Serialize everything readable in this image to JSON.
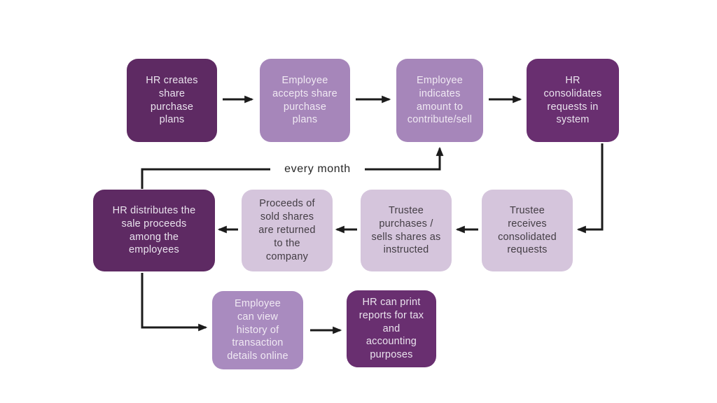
{
  "palette": {
    "dark_plum": "#5e2a63",
    "violet_plum": "#692f70",
    "medium_purple": "#a686ba",
    "medium_purple_light": "#a98bbf",
    "pale_purple": "#d5c5dc",
    "arrow_black": "#1b1b1b",
    "text_on_dark": "#eae3ee",
    "text_on_light": "#433d44",
    "background": "#ffffff"
  },
  "every_month_label": "every month",
  "nodes": [
    {
      "id": "hr-creates-plans",
      "tone": "dark",
      "label": "HR creates\nshare\npurchase\nplans"
    },
    {
      "id": "employee-accepts",
      "tone": "medium",
      "label": "Employee\naccepts share\npurchase\nplans"
    },
    {
      "id": "employee-indicates",
      "tone": "medium",
      "label": "Employee\nindicates\namount to\ncontribute/sell"
    },
    {
      "id": "hr-consolidates",
      "tone": "dark2",
      "label": "HR\nconsolidates\nrequests in\nsystem"
    },
    {
      "id": "trustee-receives",
      "tone": "light",
      "label": "Trustee\nreceives\nconsolidated\nrequests"
    },
    {
      "id": "trustee-purchases",
      "tone": "light",
      "label": "Trustee\npurchases /\nsells shares as\ninstructed"
    },
    {
      "id": "proceeds-returned",
      "tone": "light",
      "label": "Proceeds of\nsold shares\nare returned\nto the\ncompany"
    },
    {
      "id": "hr-distributes",
      "tone": "dark",
      "label": "HR distributes the\nsale proceeds\namong the\nemployees"
    },
    {
      "id": "employee-view-history",
      "tone": "medium2",
      "label": "Employee\ncan view\nhistory of\ntransaction\ndetails online"
    },
    {
      "id": "hr-print-reports",
      "tone": "dark2",
      "label": "HR can print\nreports for tax\nand\naccounting\npurposes"
    }
  ],
  "edges": [
    {
      "from": "hr-creates-plans",
      "to": "employee-accepts",
      "label": ""
    },
    {
      "from": "employee-accepts",
      "to": "employee-indicates",
      "label": ""
    },
    {
      "from": "employee-indicates",
      "to": "hr-consolidates",
      "label": ""
    },
    {
      "from": "hr-consolidates",
      "to": "trustee-receives",
      "label": ""
    },
    {
      "from": "trustee-receives",
      "to": "trustee-purchases",
      "label": ""
    },
    {
      "from": "trustee-purchases",
      "to": "proceeds-returned",
      "label": ""
    },
    {
      "from": "proceeds-returned",
      "to": "hr-distributes",
      "label": ""
    },
    {
      "from": "hr-distributes",
      "to": "employee-indicates",
      "label": "every month"
    },
    {
      "from": "hr-distributes",
      "to": "employee-view-history",
      "label": ""
    },
    {
      "from": "employee-view-history",
      "to": "hr-print-reports",
      "label": ""
    }
  ]
}
